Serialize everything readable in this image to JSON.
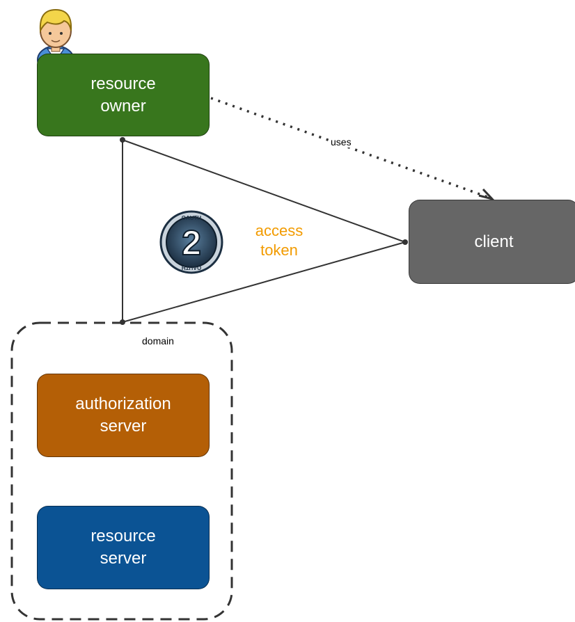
{
  "nodes": {
    "resource_owner": {
      "label": "resource\nowner",
      "color": "#38761d"
    },
    "client": {
      "label": "client",
      "color": "#666666"
    },
    "authorization_server": {
      "label": "authorization\nserver",
      "color": "#b45f06"
    },
    "resource_server": {
      "label": "resource\nserver",
      "color": "#0b5394"
    }
  },
  "edges": {
    "uses": "uses",
    "access_token": "access\ntoken"
  },
  "group": {
    "domain": "domain"
  },
  "logo": {
    "name": "oauth-2-logo",
    "top_text": "OAUTH",
    "number": "2",
    "bottom_text": "OAUTH"
  },
  "icons": {
    "user": "user-avatar-icon"
  },
  "colors": {
    "edge": "#333333",
    "token_text": "#f29b00",
    "dashed_border": "#333333"
  }
}
